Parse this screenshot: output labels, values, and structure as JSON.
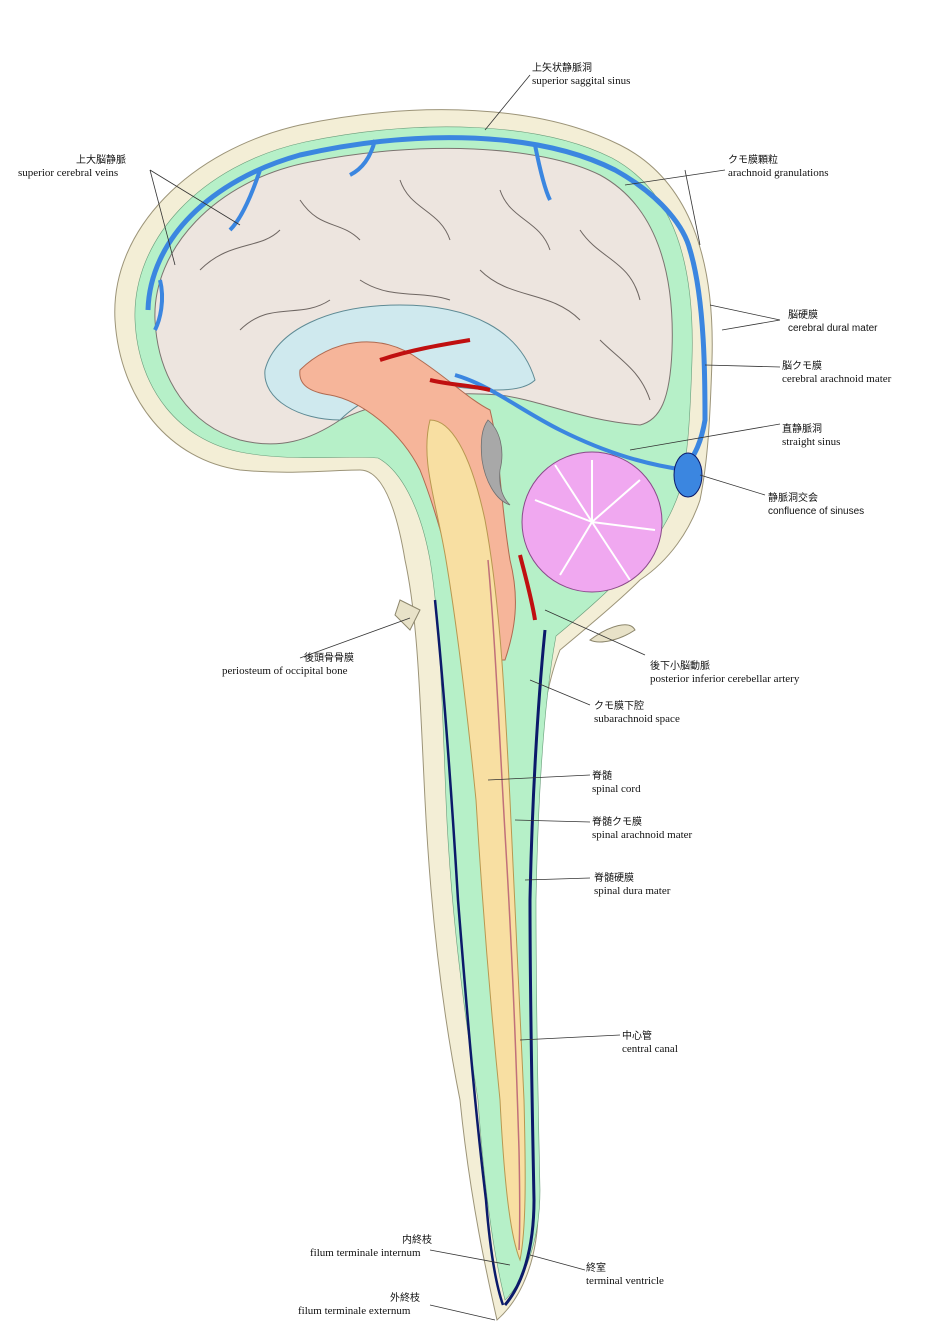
{
  "labels": {
    "superior_saggital_sinus": {
      "jp": "上矢状静脈洞",
      "en": "superior saggital sinus"
    },
    "superior_cerebral_veins": {
      "jp": "上大脳静脈",
      "en": "superior cerebral veins"
    },
    "arachnoid_granulations": {
      "jp": "クモ膜顆粒",
      "en": "arachnoid granulations"
    },
    "cerebral_dural_mater": {
      "jp": "脳硬膜",
      "en": "cerebral  dural mater"
    },
    "cerebral_arachnoid_mater": {
      "jp": "脳クモ膜",
      "en": "cerebral arachnoid mater"
    },
    "straight_sinus": {
      "jp": "直静脈洞",
      "en": "straight sinus"
    },
    "confluence_of_sinuses": {
      "jp": "静脈洞交会",
      "en": "confluence of sinuses"
    },
    "periosteum_occipital": {
      "jp": "後頭骨骨膜",
      "en": "periosteum of occipital bone"
    },
    "posterior_inferior_cerebellar_artery": {
      "jp": "後下小脳動脈",
      "en": "posterior inferior cerebellar artery"
    },
    "subarachnoid_space": {
      "jp": "クモ膜下腔",
      "en": "subarachnoid space"
    },
    "spinal_cord": {
      "jp": "脊髄",
      "en": "spinal cord"
    },
    "spinal_arachnoid_mater": {
      "jp": "脊髄クモ膜",
      "en": "spinal arachnoid mater"
    },
    "spinal_dura_mater": {
      "jp": "脊髄硬膜",
      "en": "spinal dura mater"
    },
    "central_canal": {
      "jp": "中心管",
      "en": "central canal"
    },
    "filum_terminale_internum": {
      "jp": "内終枝",
      "en": "filum terminale internum"
    },
    "terminal_ventricle": {
      "jp": "終室",
      "en": "terminal ventricle"
    },
    "filum_terminale_externum": {
      "jp": "外終枝",
      "en": "filum terminale externum"
    }
  },
  "colors": {
    "dura": "#f3eed6",
    "subarachnoid": "#b6f0c8",
    "cortex": "#ede5df",
    "sinus": "#3b86e0",
    "dark_line": "#0b1a6a",
    "brainstem": "#f6b59a",
    "spinal_cord": "#f8dfa2",
    "cerebellum": "#f0a8f0",
    "artery": "#c01010",
    "ventricle": "#cfe9ee",
    "gray": "#a8a8a8"
  }
}
